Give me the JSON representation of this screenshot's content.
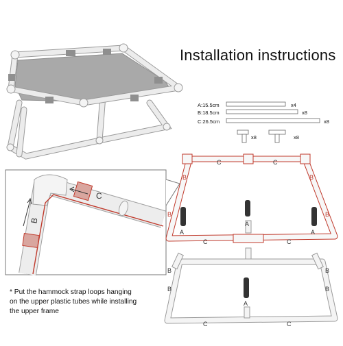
{
  "title": "Installation instructions",
  "parts": [
    {
      "label": "A:15.5cm",
      "qty": "x4"
    },
    {
      "label": "B:18.5cm",
      "qty": "x8"
    },
    {
      "label": "C:26.5cm",
      "qty": "x8"
    }
  ],
  "connectors": [
    {
      "name": "l-connector",
      "qty": "x8"
    },
    {
      "name": "t-connector",
      "qty": "x8"
    }
  ],
  "tube_labels": {
    "a": "A",
    "b": "B",
    "c": "C"
  },
  "note_lines": [
    "* Put the hammock strap loops hanging",
    "on the upper plastic tubes while installing",
    "the upper frame"
  ],
  "colors": {
    "frame_highlight": "#c0392b",
    "tube": "#e9e9e9",
    "tube_outline": "#9a9a9a",
    "hammock": "#a9a9a9",
    "tube_a_dark": "#333333"
  }
}
